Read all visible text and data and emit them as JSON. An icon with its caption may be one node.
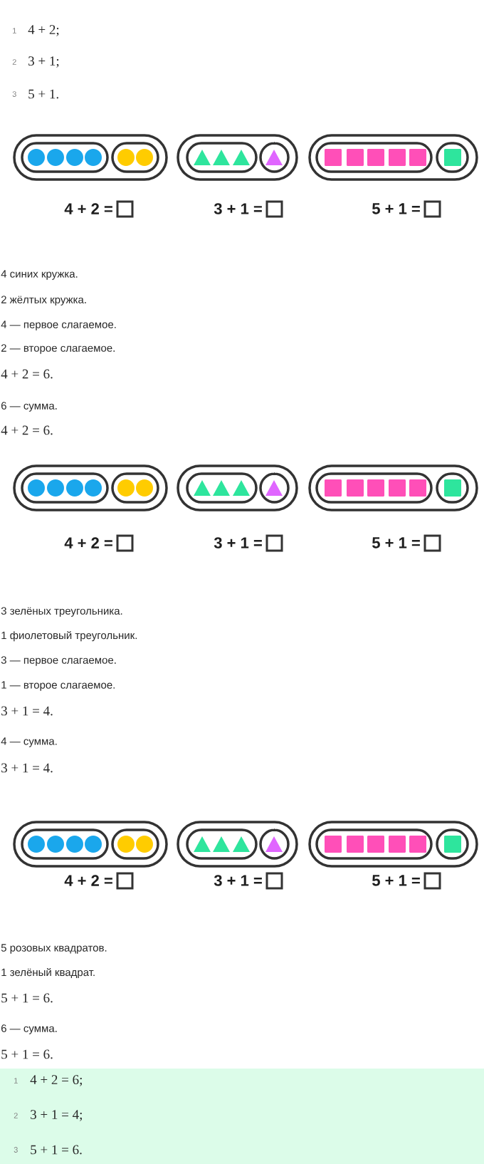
{
  "diagram": {
    "labels": [
      "1",
      "4 + 2;",
      "2",
      "3 + 1;",
      "3",
      "5 + 1.",
      "4 + 2 =",
      "3 + 1 =",
      "5 + 1 =",
      "4 синих кружка.",
      "2 жёлтых кружка.",
      "4 — первое слагаемое.",
      "2 — второе слагаемое.",
      "4 + 2 = 6.",
      "6 — сумма.",
      "4 + 2 = 6.",
      "4 + 2 =",
      "3 + 1 =",
      "5 + 1 =",
      "3 зелёных треугольника.",
      "1 фиолетовый треугольник.",
      "3 — первое слагаемое.",
      "1 — второе слагаемое.",
      "3 + 1 = 4.",
      "4 — сумма.",
      "3 + 1 = 4.",
      "4 + 2 =",
      "3 + 1 =",
      "5 + 1 =",
      "5 розовых квадратов.",
      "1 зелёный квадрат.",
      "5 + 1 = 6.",
      "6 — сумма.",
      "5 + 1 = 6.",
      "1",
      "4 + 2 = 6;",
      "2",
      "3 + 1 = 4;",
      "3",
      "5 + 1 = 6."
    ]
  }
}
